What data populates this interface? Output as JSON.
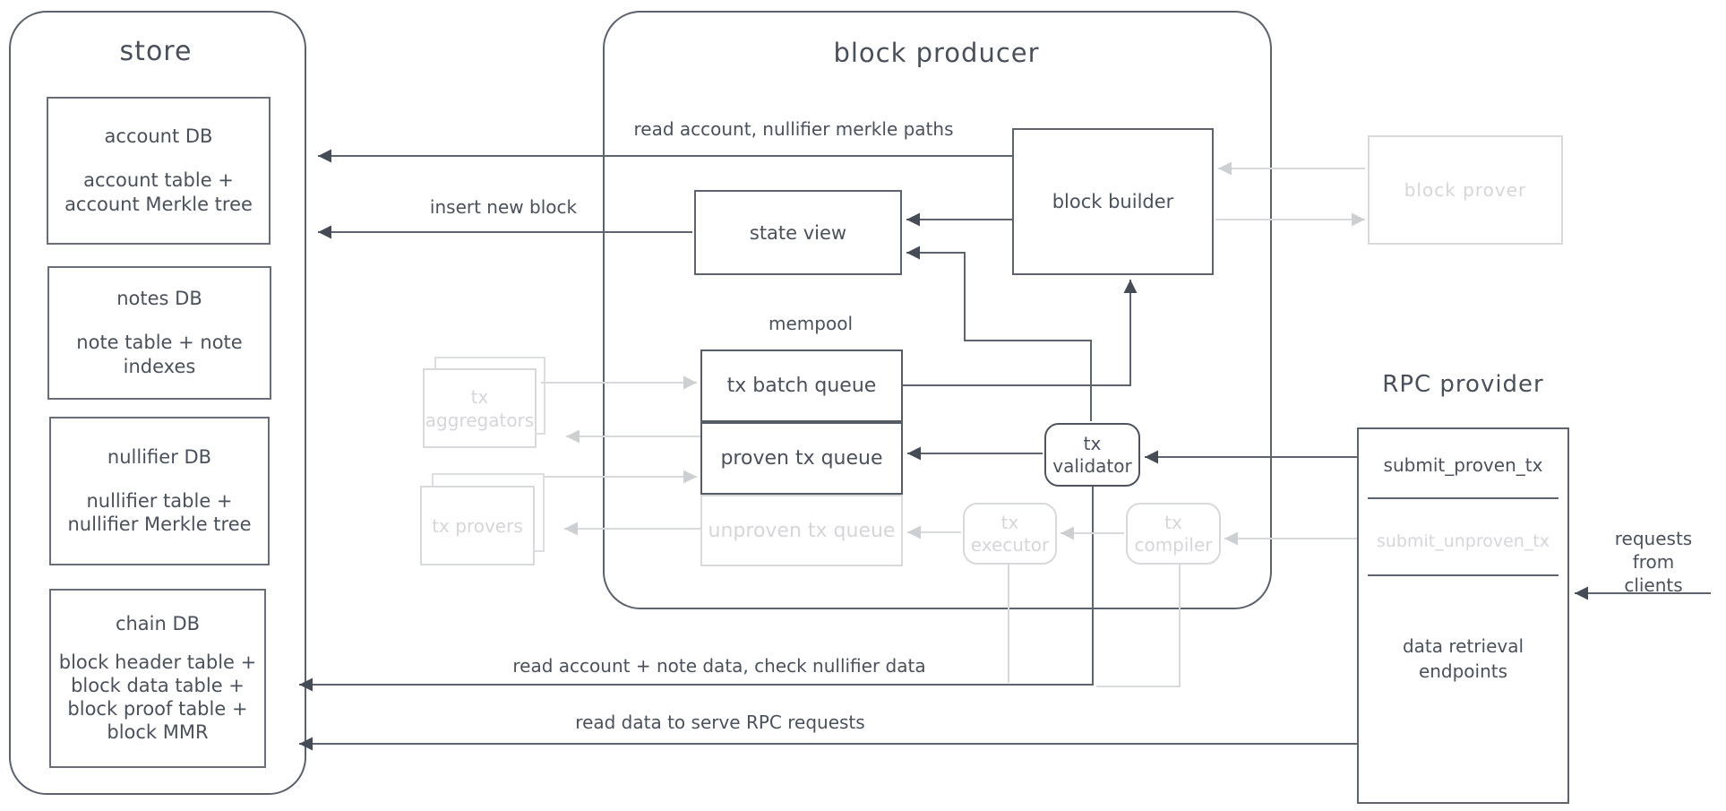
{
  "store": {
    "title": "store",
    "boxes": [
      {
        "title": "account DB",
        "detail": "account table +\naccount Merkle tree"
      },
      {
        "title": "notes DB",
        "detail": "note table + note\nindexes"
      },
      {
        "title": "nullifier DB",
        "detail": "nullifier table +\nnullifier Merkle tree"
      },
      {
        "title": "chain DB",
        "detail": "block header table +\nblock data table +\nblock proof table +\nblock MMR"
      }
    ]
  },
  "block_producer": {
    "title": "block producer",
    "state_view": "state view",
    "block_builder": "block builder",
    "mempool_label": "mempool",
    "queues": [
      {
        "label": "tx batch queue"
      },
      {
        "label": "proven tx queue"
      },
      {
        "label": "unproven tx queue"
      }
    ],
    "tx_validator": "tx\nvalidator",
    "tx_executor": "tx\nexecutor",
    "tx_compiler": "tx\ncompiler"
  },
  "external": {
    "tx_aggregators": "tx\naggregators",
    "tx_provers": "tx provers",
    "block_prover": "block prover"
  },
  "rpc_provider": {
    "title": "RPC provider",
    "submit_proven": "submit_proven_tx",
    "submit_unproven": "submit_unproven_tx",
    "data_retrieval": "data retrieval\nendpoints"
  },
  "edge_labels": {
    "read_merkle_paths": "read account, nullifier merkle paths",
    "insert_new_block": "insert new block",
    "read_check_nullifier": "read account + note data, check nullifier data",
    "read_serve_rpc": "read data to serve RPC requests",
    "requests_from_clients": "requests\nfrom clients"
  },
  "colors": {
    "ink": "#4a515b",
    "line": "#5d646d",
    "arrowhead": "#454c56",
    "faded": "#d7d9db",
    "background": "#ffffff"
  }
}
